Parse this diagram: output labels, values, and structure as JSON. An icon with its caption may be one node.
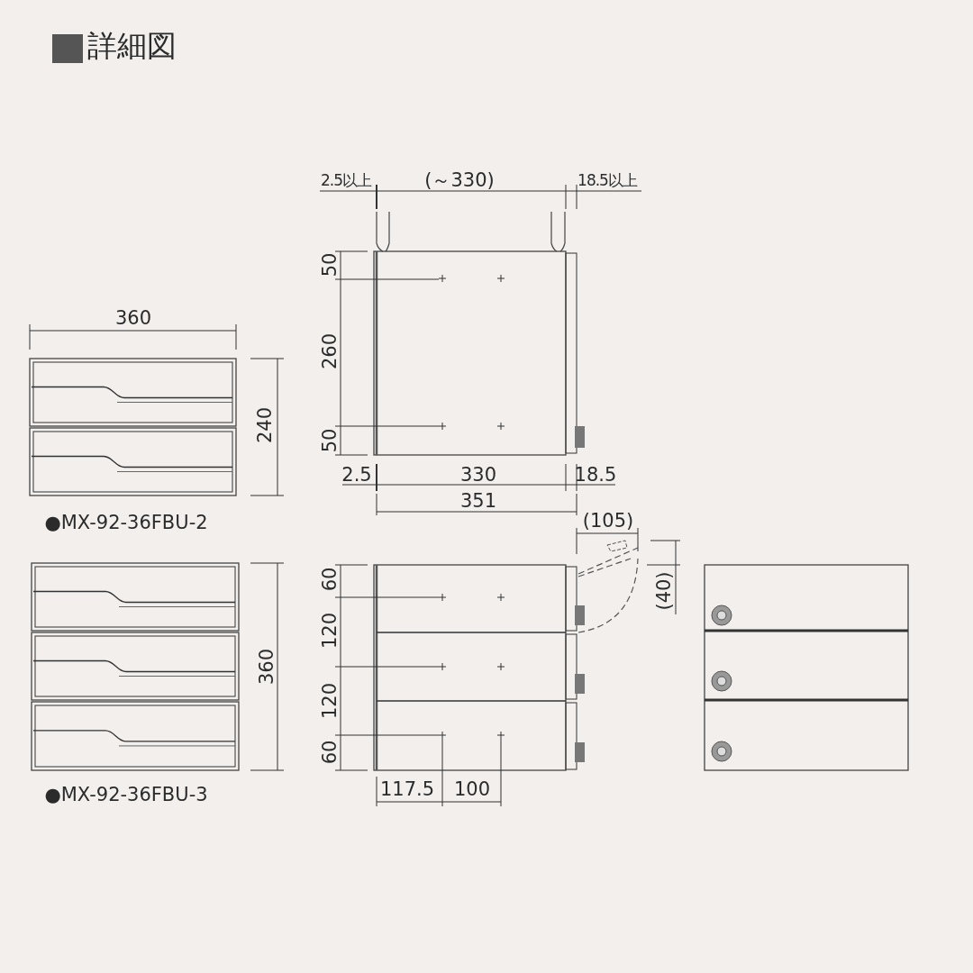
{
  "diagram": {
    "title": "詳細図",
    "labels": [
      "2.5以上",
      "(～330)",
      "18.5以上",
      "360",
      "50",
      "260",
      "240",
      "50",
      "2.5",
      "330",
      "18.5",
      "351",
      "●MX-92-36FBU-2",
      "(105)",
      "(40)",
      "60",
      "120",
      "360",
      "120",
      "60",
      "●MX-92-36FBU-3",
      "117.5",
      "100"
    ]
  }
}
